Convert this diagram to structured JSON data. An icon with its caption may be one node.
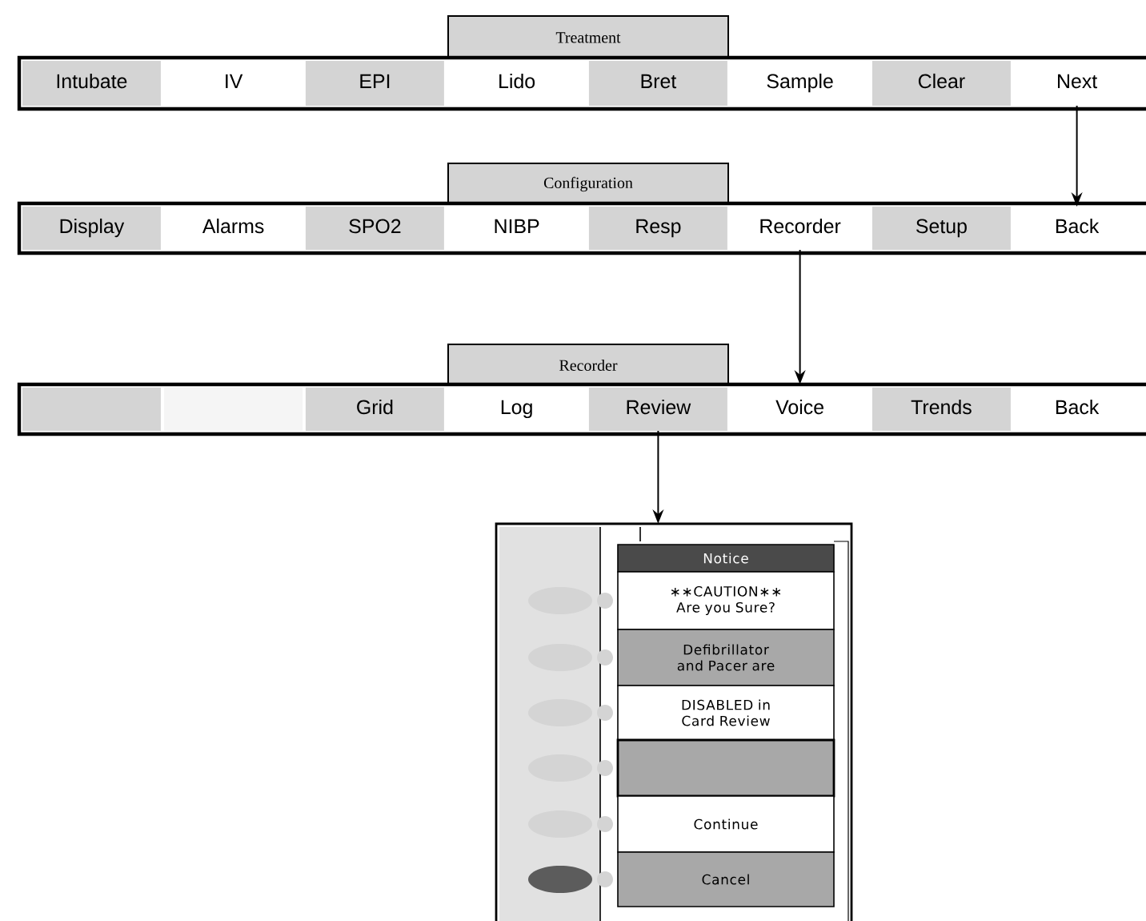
{
  "diagram": {
    "nodes": [
      {
        "text": [],
        "shape": "bar"
      },
      {
        "text": [
          "Treatment"
        ]
      },
      {
        "text": [
          "Intubate"
        ],
        "in": 0
      },
      {
        "text": [
          "IV"
        ],
        "in": 0
      },
      {
        "text": [
          "EPI"
        ],
        "in": 0
      },
      {
        "text": [
          "Lido"
        ],
        "in": 0
      },
      {
        "text": [
          "Bret"
        ],
        "in": 0
      },
      {
        "text": [
          "Sample"
        ],
        "in": 0
      },
      {
        "text": [
          "Clear"
        ],
        "in": 0
      },
      {
        "text": [
          "Next"
        ],
        "in": 0
      },
      {
        "text": [],
        "shape": "bar"
      },
      {
        "text": [
          "Configuration"
        ]
      },
      {
        "text": [
          "Display"
        ],
        "in": 10
      },
      {
        "text": [
          "Alarms"
        ],
        "in": 10
      },
      {
        "text": [
          "SPO2"
        ],
        "in": 10
      },
      {
        "text": [
          "NIBP"
        ],
        "in": 10
      },
      {
        "text": [
          "Resp"
        ],
        "in": 10
      },
      {
        "text": [
          "Recorder"
        ],
        "in": 10
      },
      {
        "text": [
          "Setup"
        ],
        "in": 10
      },
      {
        "text": [
          "Back"
        ],
        "in": 10
      },
      {
        "text": [],
        "shape": "bar"
      },
      {
        "text": [
          "Recorder"
        ]
      },
      {
        "text": [],
        "shape": "box",
        "in": 20
      },
      {
        "text": [],
        "shape": "box",
        "in": 20
      },
      {
        "text": [
          "Grid"
        ],
        "in": 20
      },
      {
        "text": [
          "Log"
        ],
        "in": 20
      },
      {
        "text": [
          "Review"
        ],
        "in": 20
      },
      {
        "text": [
          "Voice"
        ],
        "in": 20
      },
      {
        "text": [
          "Trends"
        ],
        "in": 20
      },
      {
        "text": [
          "Back"
        ],
        "in": 20
      },
      {
        "text": [],
        "shape": "box"
      },
      {
        "text": [
          "Notice"
        ],
        "in": 30
      },
      {
        "text": [
          "∗∗CAUTION∗∗ Are you Sure?"
        ],
        "in": 30
      },
      {
        "text": [
          "Defibrillator and Pacer are"
        ],
        "in": 30
      },
      {
        "text": [
          "DISABLED in Card Review"
        ],
        "in": 30
      },
      {
        "text": [],
        "shape": "box",
        "in": 30
      },
      {
        "text": [
          "Continue"
        ],
        "in": 30
      },
      {
        "text": [
          "Cancel"
        ],
        "in": 30
      }
    ],
    "edges": [
      {
        "from": 9,
        "to": 19,
        "arrow": "to"
      },
      {
        "from": 17,
        "to": 20,
        "arrow": "to"
      },
      {
        "from": 26,
        "to": 30,
        "arrow": "to"
      }
    ]
  }
}
